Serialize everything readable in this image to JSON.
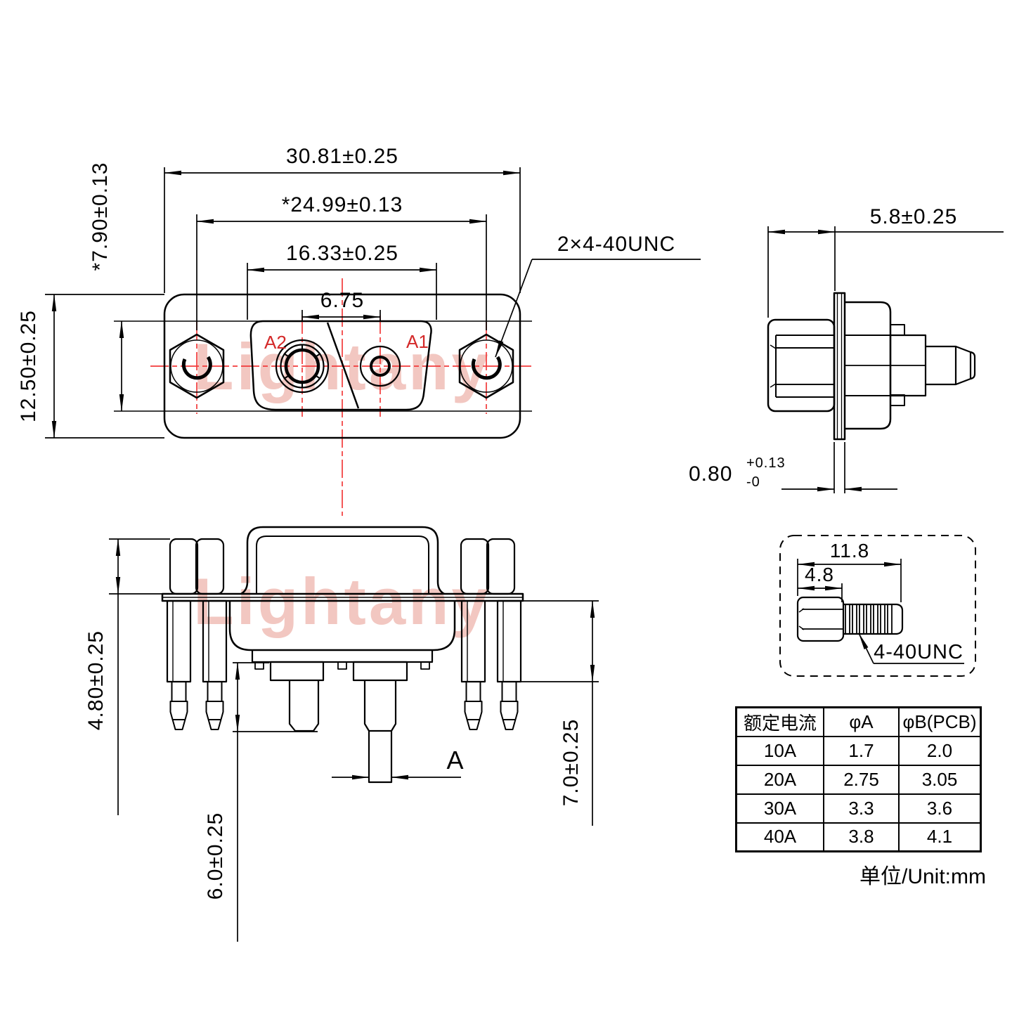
{
  "watermark": {
    "text": "Lightany",
    "color": "#f2c7c1"
  },
  "front_view": {
    "labels": {
      "a2": "A2",
      "a1": "A1"
    },
    "dims": {
      "overall_width": "30.81±0.25",
      "mounting_pitch": "*24.99±0.13",
      "opening_width": "16.33±0.25",
      "contact_pitch": "6.75",
      "opening_height": "*7.90±0.13",
      "overall_height": "12.50±0.25",
      "thread_callout": "2×4-40UNC"
    }
  },
  "side_view": {
    "dims": {
      "depth": "5.8±0.25",
      "flange_thickness": "0.80",
      "flange_tol_plus": "+0.13",
      "flange_tol_minus": "-0"
    }
  },
  "bottom_view": {
    "dims": {
      "standoff_height": "4.80±0.25",
      "pin_length": "6.0±0.25",
      "screw_length": "7.0±0.25",
      "pin_diameter_label": "A"
    }
  },
  "screw_detail": {
    "dims": {
      "total_length": "11.8",
      "body_length": "4.8"
    },
    "thread_label": "4-40UNC"
  },
  "spec_table": {
    "headers": [
      "额定电流",
      "φA",
      "φB(PCB)"
    ],
    "rows": [
      [
        "10A",
        "1.7",
        "2.0"
      ],
      [
        "20A",
        "2.75",
        "3.05"
      ],
      [
        "30A",
        "3.3",
        "3.6"
      ],
      [
        "40A",
        "3.8",
        "4.1"
      ]
    ],
    "unit_note": "单位/Unit:mm"
  },
  "colors": {
    "line": "#000000",
    "centerline": "#f23b3b",
    "label_red": "#d42a2a",
    "watermark": "#f2c7c1"
  }
}
